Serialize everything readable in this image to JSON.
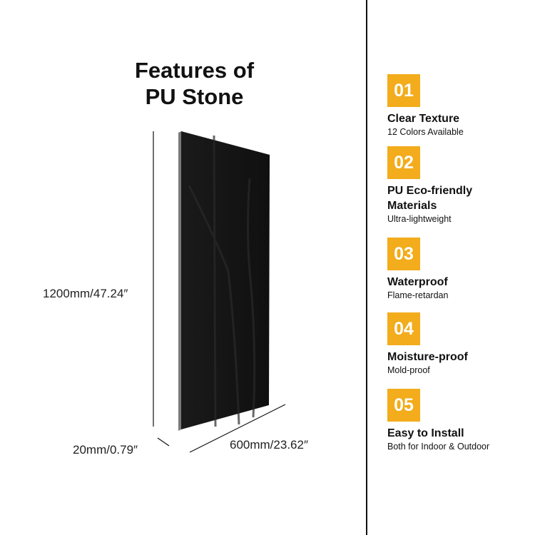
{
  "title_line1": "Features of",
  "title_line2": "PU Stone",
  "dimensions": {
    "height": "1200mm/47.24″",
    "thickness": "20mm/0.79″",
    "width": "600mm/23.62″"
  },
  "accent_color": "#f2ac1c",
  "features": [
    {
      "num": "01",
      "title": "Clear Texture",
      "sub": "12 Colors Available"
    },
    {
      "num": "02",
      "title": "PU Eco-friendly Materials",
      "sub": "Ultra-lightweight"
    },
    {
      "num": "03",
      "title": "Waterproof",
      "sub": "Flame-retardan"
    },
    {
      "num": "04",
      "title": "Moisture-proof",
      "sub": "Mold-proof"
    },
    {
      "num": "05",
      "title": "Easy to Install",
      "sub": "Both for Indoor & Outdoor"
    }
  ]
}
